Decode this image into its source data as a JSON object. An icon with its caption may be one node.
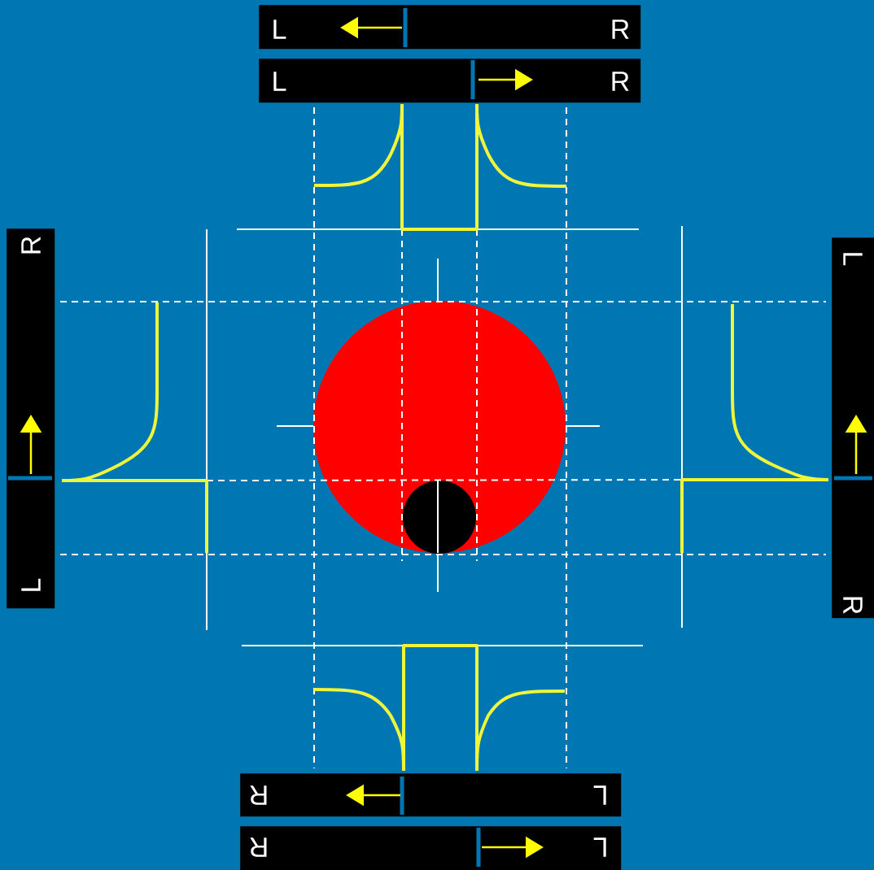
{
  "diagram": {
    "nodes": [
      {
        "text": [
          "L",
          "R"
        ]
      },
      {
        "text": [
          "L",
          "R"
        ]
      },
      {
        "text": [
          "R",
          "L"
        ]
      },
      {
        "text": [
          "L",
          "R"
        ]
      },
      {
        "text": [
          "R",
          "L"
        ]
      },
      {
        "text": [
          "R",
          "L"
        ]
      }
    ]
  }
}
